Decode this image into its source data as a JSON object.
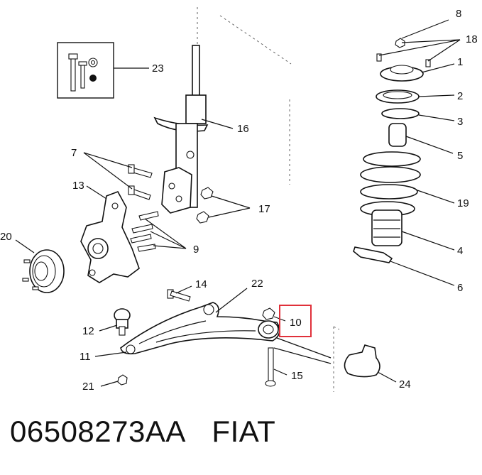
{
  "callouts": {
    "c1": "1",
    "c2": "2",
    "c3": "3",
    "c4": "4",
    "c5": "5",
    "c6": "6",
    "c7": "7",
    "c8": "8",
    "c9": "9",
    "c10": "10",
    "c11": "11",
    "c12": "12",
    "c13": "13",
    "c14": "14",
    "c15": "15",
    "c16": "16",
    "c17": "17",
    "c18": "18",
    "c19": "19",
    "c20": "20",
    "c21": "21",
    "c22": "22",
    "c23": "23",
    "c24": "24"
  },
  "highlight": {
    "callout": "10",
    "color": "#e0303a"
  },
  "footer": {
    "part_number": "06508273AA",
    "brand": "FIAT"
  }
}
